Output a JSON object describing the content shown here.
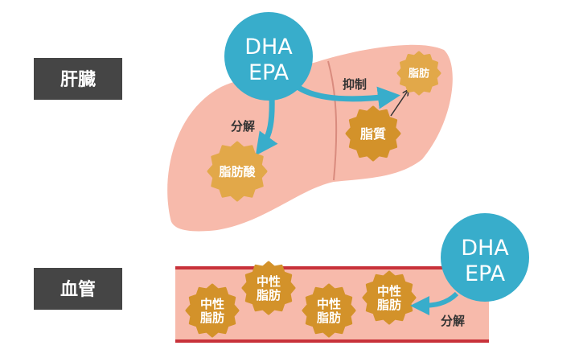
{
  "sections": {
    "liver": "肝臓",
    "vessel": "血管"
  },
  "liver": {
    "omega3": {
      "line1": "DHA",
      "line2": "EPA"
    },
    "breakdown_label": "分解",
    "suppress_label": "抑制",
    "fatty_acid": "脂肪酸",
    "lipid": "脂質",
    "fat": "脂肪"
  },
  "vessel": {
    "omega3": {
      "line1": "DHA",
      "line2": "EPA"
    },
    "breakdown_label": "分解",
    "triglycerides": [
      {
        "line1": "中性",
        "line2": "脂肪"
      },
      {
        "line1": "中性",
        "line2": "脂肪"
      },
      {
        "line1": "中性",
        "line2": "脂肪"
      },
      {
        "line1": "中性",
        "line2": "脂肪"
      }
    ]
  },
  "colors": {
    "blue": "#38adcb",
    "gold_light": "#e2a849",
    "gold_dark": "#d3922a",
    "liver": "#f7baab",
    "vessel_wall": "#c8323a",
    "label_bg": "#454545"
  }
}
